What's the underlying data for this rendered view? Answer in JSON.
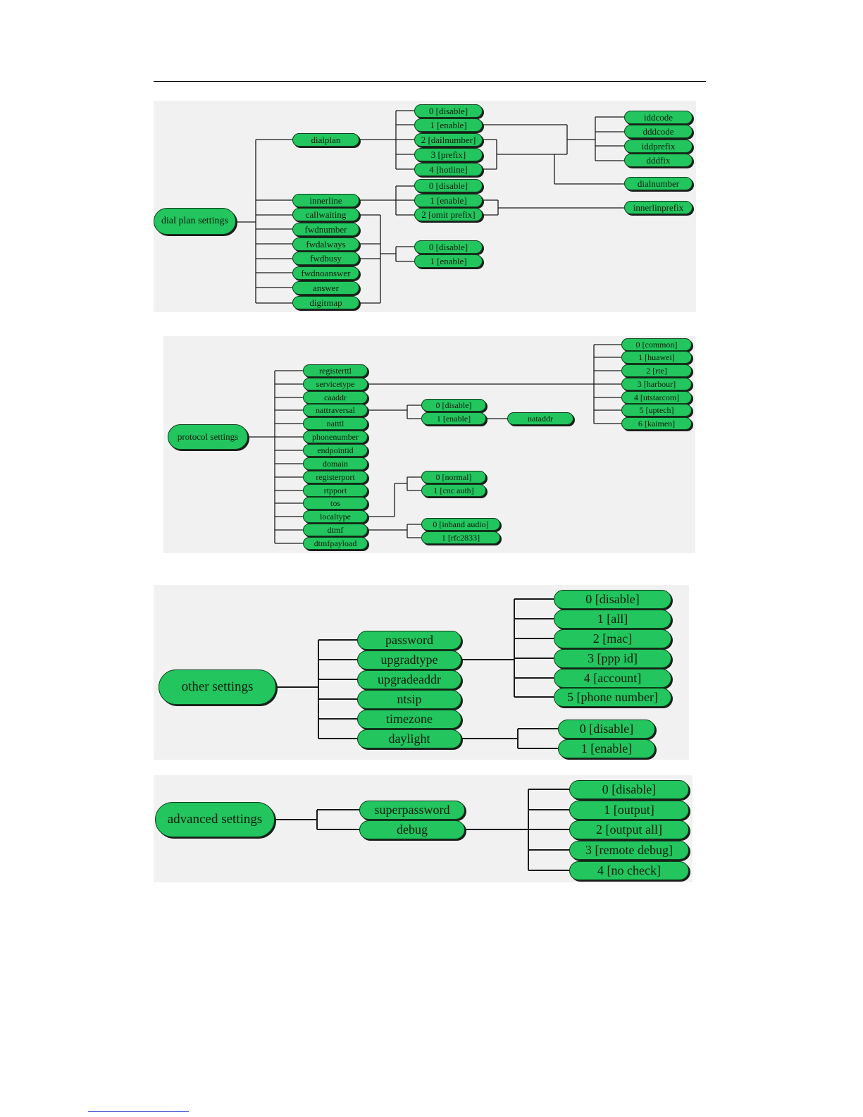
{
  "diagrams": [
    {
      "root": "dial plan settings",
      "items": [
        "dialplan",
        "innerline",
        "callwaiting",
        "fwdnumber",
        "fwdalways",
        "fwdbusy",
        "fwdnoanswer",
        "answer",
        "digitmap"
      ],
      "dialplan_options": [
        "0 [disable]",
        "1 [enable]",
        "2 [dailnumber]",
        "3 [prefix]",
        "4 [hotline]"
      ],
      "prefix_fields": [
        "iddcode",
        "dddcode",
        "iddprefix",
        "dddfix"
      ],
      "dialnumber": "dialnumber",
      "innerline_options": [
        "0 [disable]",
        "1 [enable]",
        "2 [omit prefix]"
      ],
      "innerlinprefix": "innerlinprefix",
      "toggle_options": [
        "0 [disable]",
        "1 [enable]"
      ]
    },
    {
      "root": "protocol settings",
      "items": [
        "registerttl",
        "servicetype",
        "caaddr",
        "nattraversal",
        "natttl",
        "phonenumber",
        "endpointid",
        "domain",
        "registerport",
        "rtpport",
        "tos",
        "localtype",
        "dtmf",
        "dtmfpayload"
      ],
      "servicetype_options": [
        "0 [common]",
        "1 [huawei]",
        "2 [rte]",
        "3 [harbour]",
        "4 [utstarcom]",
        "5 [uptech]",
        "6 [kaimen]"
      ],
      "nat_options": [
        "0 [disable]",
        "1 [enable]"
      ],
      "nataddr": "nataddr",
      "localtype_options": [
        "0 [normal]",
        "1 [cnc auth]"
      ],
      "dtmf_options": [
        "0 [inband audio]",
        "1 [rfc2833]"
      ]
    },
    {
      "root": "other settings",
      "items": [
        "password",
        "upgradtype",
        "upgradeaddr",
        "ntsip",
        "timezone",
        "daylight"
      ],
      "upgrade_options": [
        "0 [disable]",
        "1 [all]",
        "2 [mac]",
        "3 [ppp id]",
        "4 [account]",
        "5 [phone number]"
      ],
      "daylight_options": [
        "0 [disable]",
        "1 [enable]"
      ]
    },
    {
      "root": "advanced settings",
      "items": [
        "superpassword",
        "debug"
      ],
      "debug_options": [
        "0 [disable]",
        "1 [output]",
        "2 [output all]",
        "3 [remote debug]",
        "4 [no check]"
      ]
    }
  ]
}
